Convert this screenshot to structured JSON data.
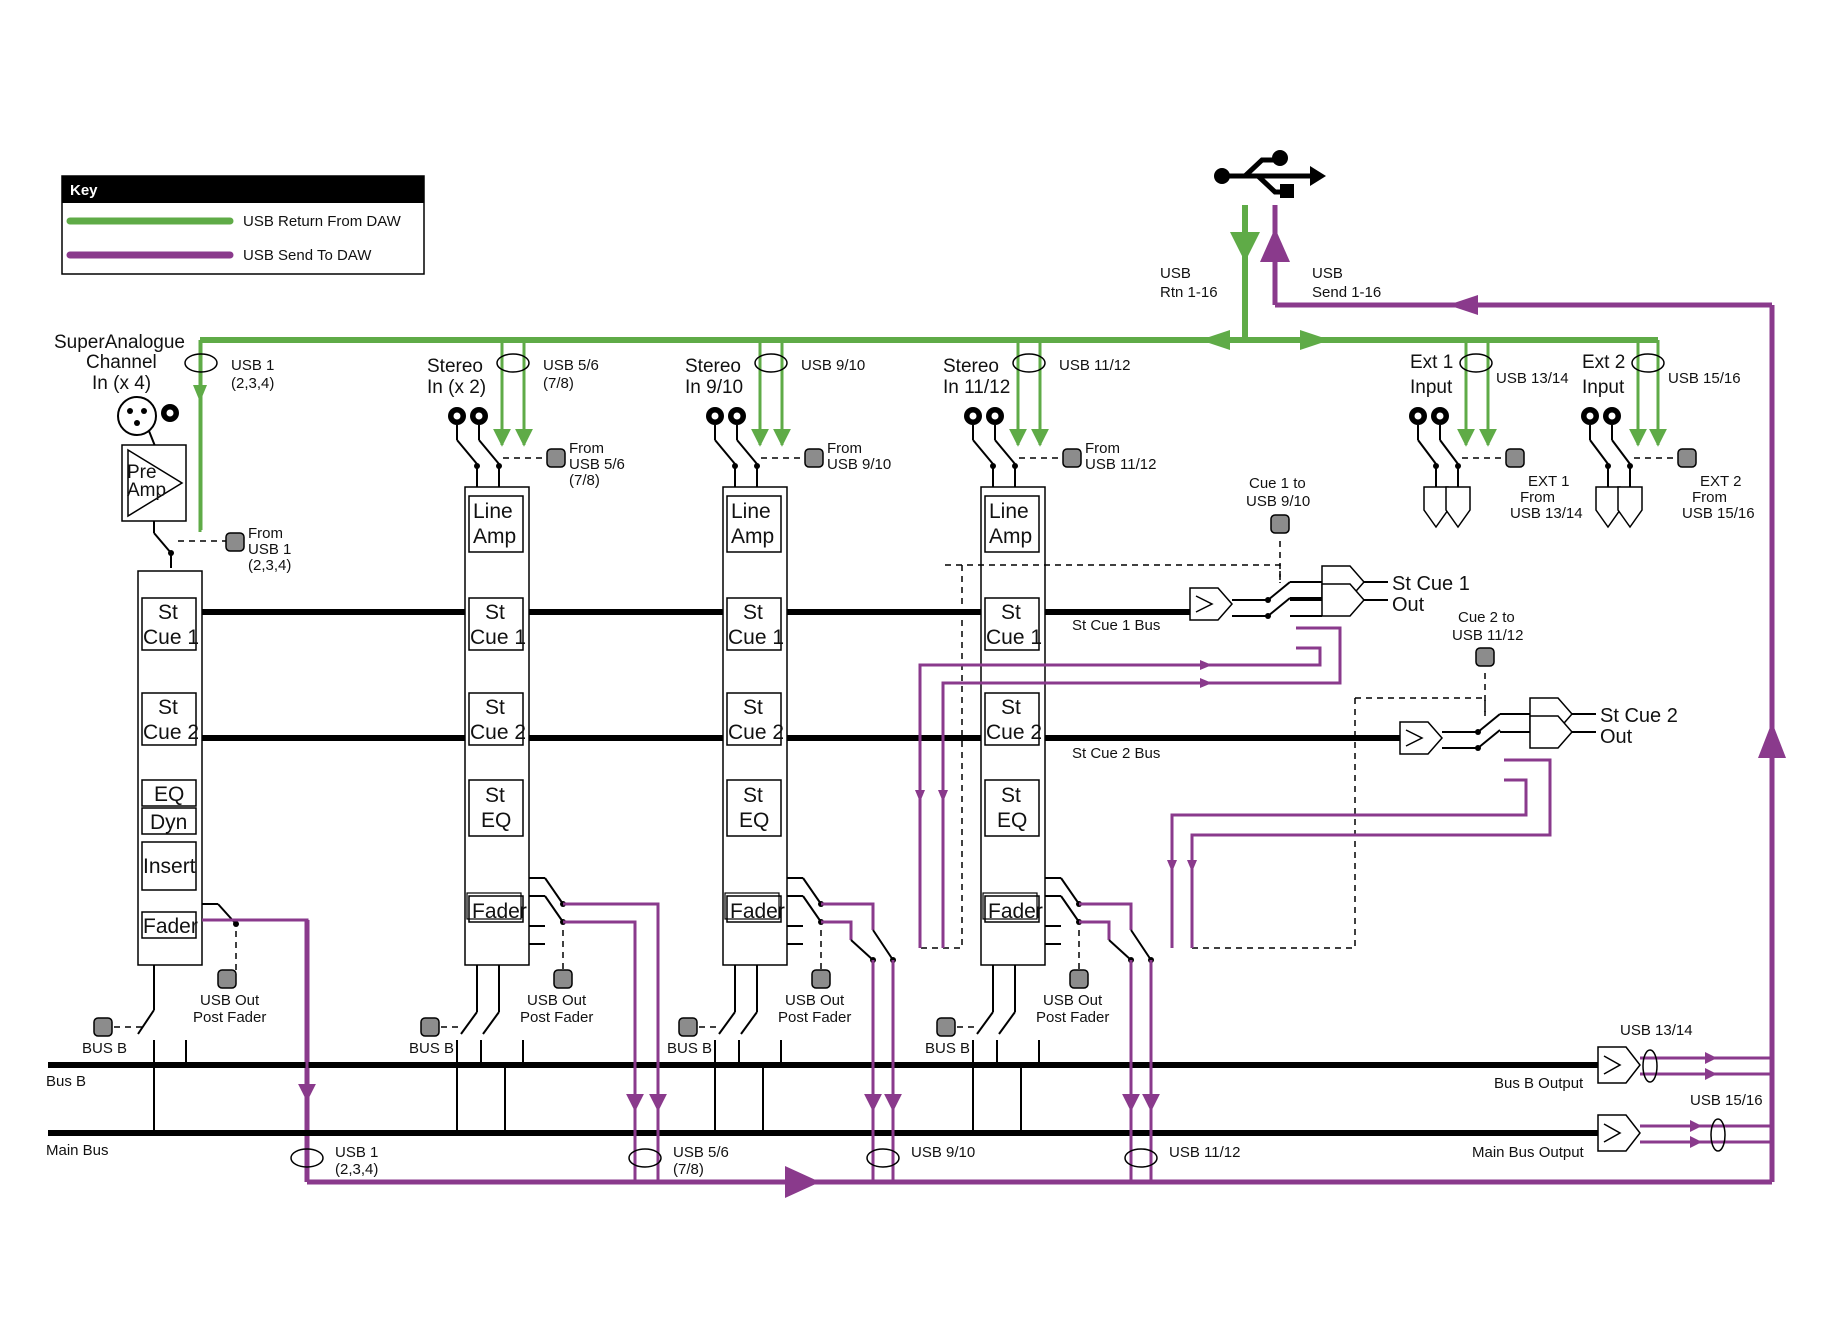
{
  "colors": {
    "usb_return": "#5fab47",
    "usb_send": "#8a3a8c",
    "bus": "#000000",
    "switch_grey": "#8c8c8c"
  },
  "icons": [
    "usb-icon",
    "xlr-connector-icon",
    "jack-connector-icon",
    "remote-switch-icon",
    "preamp-triangle-icon",
    "splitter-icon"
  ],
  "key": {
    "title": "Key",
    "green_label": "USB Return From DAW",
    "purple_label": "USB Send To DAW"
  },
  "usb": {
    "rtn_line1": "USB",
    "rtn_line2": "Rtn 1-16",
    "send_line1": "USB",
    "send_line2": "Send 1-16"
  },
  "strips": [
    {
      "title": [
        "SuperAnalogue",
        "Channel",
        "In (x 4)"
      ],
      "usb_tap": [
        "USB 1",
        "(2,3,4)"
      ],
      "input_from": [
        "From",
        "USB 1",
        "(2,3,4)"
      ],
      "front": [
        "Pre",
        "Amp"
      ],
      "blocks": [
        [
          "St",
          "Cue 1"
        ],
        [
          "St",
          "Cue 2"
        ],
        [
          "EQ"
        ],
        [
          "Dyn"
        ],
        [
          "Insert"
        ],
        [
          "Fader"
        ]
      ],
      "usb_out": [
        "USB Out",
        "Post Fader"
      ],
      "bus_b": "BUS B",
      "main_tap": [
        "USB 1",
        "(2,3,4)"
      ]
    },
    {
      "title": [
        "Stereo",
        "In (x 2)"
      ],
      "usb_tap": [
        "USB 5/6",
        "(7/8)"
      ],
      "input_from": [
        "From",
        "USB 5/6",
        "(7/8)"
      ],
      "front": [
        "Line",
        "Amp"
      ],
      "blocks": [
        [
          "St",
          "Cue 1"
        ],
        [
          "St",
          "Cue 2"
        ],
        [
          "St",
          "EQ"
        ],
        [
          "Fader"
        ]
      ],
      "usb_out": [
        "USB Out",
        "Post Fader"
      ],
      "bus_b": "BUS B",
      "main_tap": [
        "USB 5/6",
        "(7/8)"
      ]
    },
    {
      "title": [
        "Stereo",
        "In 9/10"
      ],
      "usb_tap": [
        "USB 9/10"
      ],
      "input_from": [
        "From",
        "USB 9/10"
      ],
      "front": [
        "Line",
        "Amp"
      ],
      "blocks": [
        [
          "St",
          "Cue 1"
        ],
        [
          "St",
          "Cue 2"
        ],
        [
          "St",
          "EQ"
        ],
        [
          "Fader"
        ]
      ],
      "usb_out": [
        "USB Out",
        "Post Fader"
      ],
      "bus_b": "BUS B",
      "main_tap": [
        "USB 9/10"
      ]
    },
    {
      "title": [
        "Stereo",
        "In 11/12"
      ],
      "usb_tap": [
        "USB 11/12"
      ],
      "input_from": [
        "From",
        "USB 11/12"
      ],
      "front": [
        "Line",
        "Amp"
      ],
      "blocks": [
        [
          "St",
          "Cue 1"
        ],
        [
          "St",
          "Cue 2"
        ],
        [
          "St",
          "EQ"
        ],
        [
          "Fader"
        ]
      ],
      "usb_out": [
        "USB Out",
        "Post Fader"
      ],
      "bus_b": "BUS B",
      "main_tap": [
        "USB 11/12"
      ]
    }
  ],
  "ext": [
    {
      "title": [
        "Ext 1",
        "Input"
      ],
      "usb_tap": "USB 13/14",
      "from": [
        "EXT 1",
        "From",
        "USB 13/14"
      ]
    },
    {
      "title": [
        "Ext 2",
        "Input"
      ],
      "usb_tap": "USB 15/16",
      "from": [
        "EXT 2",
        "From",
        "USB 15/16"
      ]
    }
  ],
  "cue": {
    "cue1_bus": "St Cue 1 Bus",
    "cue2_bus": "St Cue 2 Bus",
    "cue1_out": [
      "St Cue 1",
      "Out"
    ],
    "cue2_out": [
      "St Cue 2",
      "Out"
    ],
    "cue1_to": [
      "Cue 1 to",
      "USB 9/10"
    ],
    "cue2_to": [
      "Cue 2 to",
      "USB 11/12"
    ]
  },
  "buses": {
    "bus_b": "Bus B",
    "main_bus": "Main Bus",
    "bus_b_output": "Bus B Output",
    "main_bus_output": "Main Bus Output",
    "bus_b_usb": "USB 13/14",
    "main_bus_usb": "USB 15/16"
  }
}
